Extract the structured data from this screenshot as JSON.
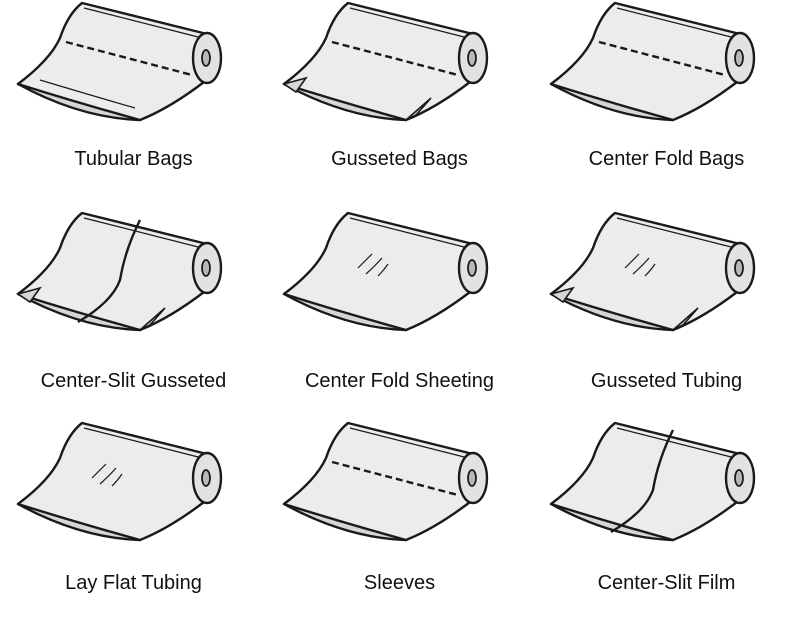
{
  "items": [
    {
      "label": "Tubular Bags",
      "perforation": true,
      "gusset": false,
      "slit": false,
      "seal": true,
      "creases": false
    },
    {
      "label": "Gusseted  Bags",
      "perforation": true,
      "gusset": true,
      "slit": false,
      "seal": false,
      "creases": false
    },
    {
      "label": "Center Fold Bags",
      "perforation": true,
      "gusset": false,
      "slit": false,
      "seal": false,
      "creases": false,
      "fold_open": true
    },
    {
      "label": "Center-Slit Gusseted",
      "perforation": false,
      "gusset": true,
      "slit": true,
      "seal": false,
      "creases": false
    },
    {
      "label": "Center Fold Sheeting",
      "perforation": false,
      "gusset": false,
      "slit": false,
      "seal": false,
      "creases": true
    },
    {
      "label": "Gusseted Tubing",
      "perforation": false,
      "gusset": true,
      "slit": false,
      "seal": false,
      "creases": true
    },
    {
      "label": "Lay Flat Tubing",
      "perforation": false,
      "gusset": false,
      "slit": false,
      "seal": false,
      "creases": true
    },
    {
      "label": "Sleeves",
      "perforation": true,
      "gusset": false,
      "slit": false,
      "seal": false,
      "creases": false
    },
    {
      "label": "Center-Slit Film",
      "perforation": false,
      "gusset": false,
      "slit": true,
      "seal": false,
      "creases": false
    }
  ],
  "colors": {
    "stroke": "#1a1a1a",
    "film": "#ececec",
    "fold": "#d6d6d6",
    "roll_end": "#e2e2e2",
    "core": "#b8b8b8"
  }
}
